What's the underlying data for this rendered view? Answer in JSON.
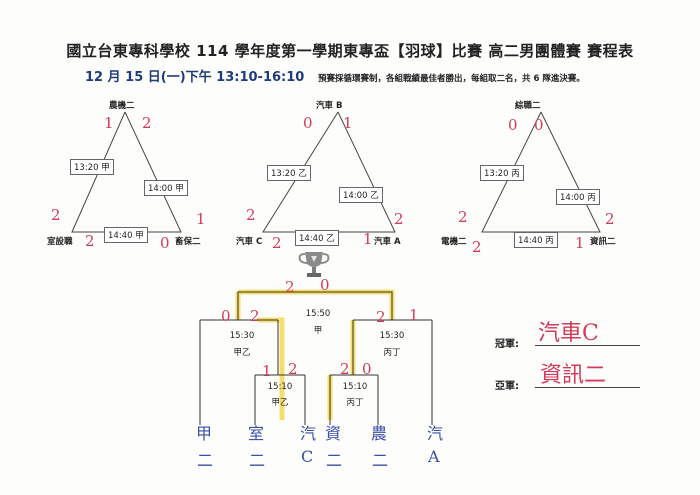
{
  "header": {
    "title": "國立台東專科學校 114 學年度第一學期東專盃【羽球】比賽 高二男團體賽 賽程表",
    "date": "12 月 15 日(一)下午 13:10-16:10",
    "note": "預賽採循環賽制，各組戰績最佳者勝出，每組取二名，共 6 隊進決賽。"
  },
  "groups": [
    {
      "top": "農機二",
      "left": "室設職",
      "right": "畜保二",
      "m1": "13:20 甲",
      "m2": "14:00 甲",
      "m3": "14:40 甲",
      "s_top_l": "1",
      "s_top_r": "2",
      "s_left_t": "2",
      "s_left_b": "2",
      "s_right_t": "1",
      "s_right_b": "0"
    },
    {
      "top": "汽車 B",
      "left": "汽車 C",
      "right": "汽車 A",
      "m1": "13:20 乙",
      "m2": "14:00 乙",
      "m3": "14:40 乙",
      "s_top_l": "0",
      "s_top_r": "1",
      "s_left_t": "2",
      "s_left_b": "2",
      "s_right_t": "2",
      "s_right_b": "1"
    },
    {
      "top": "綜職二",
      "left": "電機二",
      "right": "資訊二",
      "m1": "13:20 丙",
      "m2": "14:00 丙",
      "m3": "14:40 丙",
      "s_top_l": "0",
      "s_top_r": "0",
      "s_left_t": "2",
      "s_left_b": "2",
      "s_right_t": "2",
      "s_right_b": "1"
    }
  ],
  "bracket": {
    "final": {
      "time": "15:50",
      "code": "甲",
      "score_l": "2",
      "score_r": "0"
    },
    "semi_left": {
      "time": "15:30",
      "code": "甲乙",
      "score_l": "0",
      "score_r": "2"
    },
    "semi_right": {
      "time": "15:30",
      "code": "丙丁",
      "score_l": "2",
      "score_r": "1"
    },
    "qf_left": {
      "time": "15:10",
      "code": "甲乙",
      "score_l": "1",
      "score_r": "2"
    },
    "qf_right": {
      "time": "15:10",
      "code": "丙丁",
      "score_l": "2",
      "score_r": "0"
    },
    "teams": [
      {
        "a": "甲",
        "b": "二"
      },
      {
        "a": "室",
        "b": "二"
      },
      {
        "a": "汽",
        "b": "C"
      },
      {
        "a": "資",
        "b": "二"
      },
      {
        "a": "農",
        "b": "二"
      },
      {
        "a": "汽",
        "b": "A"
      }
    ]
  },
  "awards": {
    "champion_label": "冠軍:",
    "champion": "汽車C",
    "runner_label": "亞軍:",
    "runner": "資訊二"
  },
  "colors": {
    "ink": "#d23a5a",
    "pen": "#3b4ea8",
    "highlight": "#f4d64a"
  },
  "icons": {
    "trophy": "trophy-icon"
  }
}
